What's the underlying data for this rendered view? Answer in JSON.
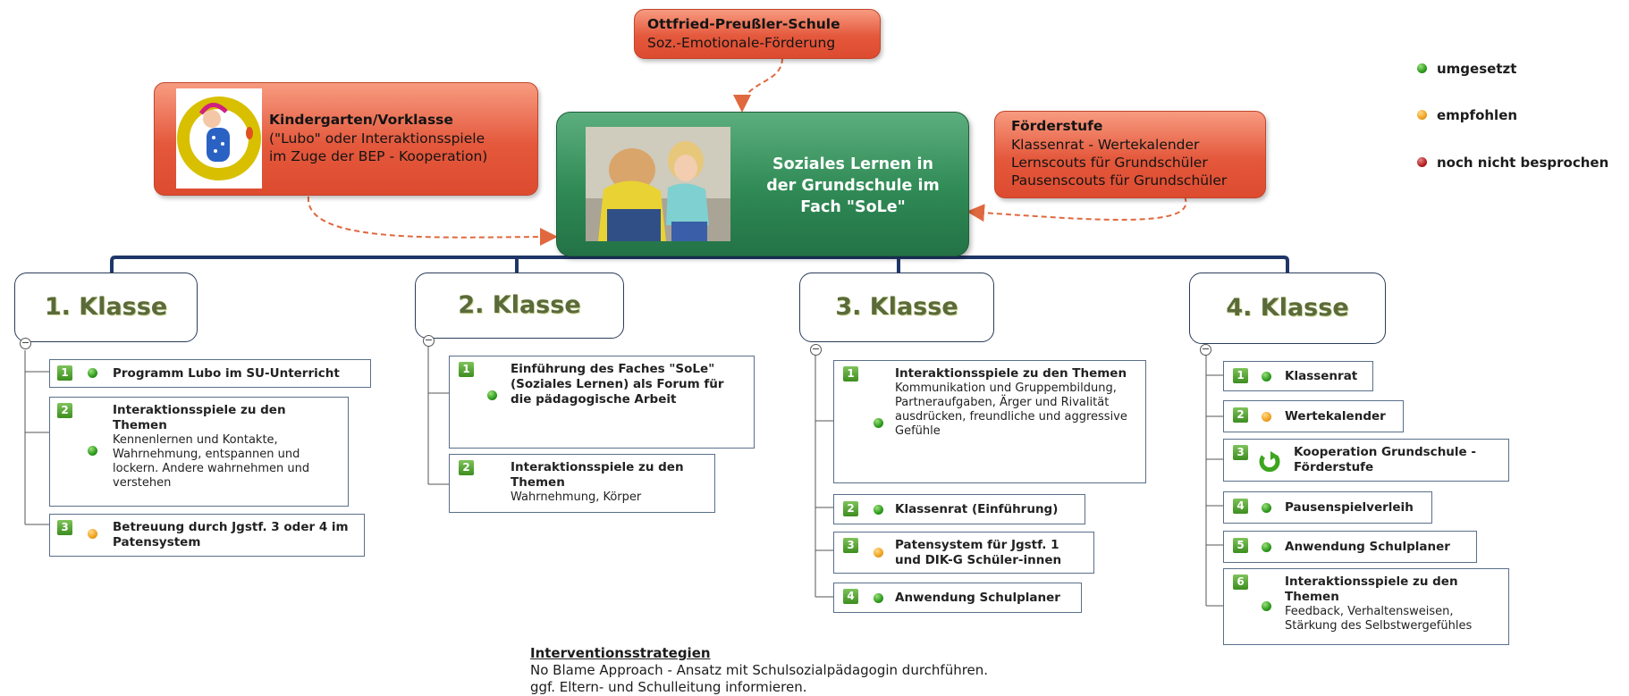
{
  "header_top": {
    "line1": "Ottfried-Preußler-Schule",
    "line2": "Soz.-Emotionale-Förderung"
  },
  "kindergarten": {
    "title": "Kindergarten/Vorklasse",
    "line2": "(\"Lubo\" oder Interaktionsspiele",
    "line3": "im Zuge der BEP - Kooperation)"
  },
  "central": {
    "title_l1": "Soziales Lernen in",
    "title_l2": "der Grundschule im",
    "title_l3": "Fach \"SoLe\""
  },
  "foerderstufe": {
    "title": "Förderstufe",
    "line2": "Klassenrat - Wertekalender",
    "line3": "Lernscouts für Grundschüler",
    "line4": "Pausenscouts für Grundschüler"
  },
  "legend": {
    "green": "umgesetzt",
    "orange": "empfohlen",
    "red": "noch nicht besprochen",
    "colors": {
      "green": "#2d9a1d",
      "orange": "#f0a21e",
      "red": "#b41f1f"
    }
  },
  "klassen": [
    {
      "title": "1. Klasse",
      "items": [
        {
          "num": "1",
          "status": "green",
          "bold": "Programm Lubo im SU-Unterricht",
          "text": ""
        },
        {
          "num": "2",
          "status": "green",
          "bold": "Interaktionsspiele zu den Themen",
          "text": "Kennenlernen und Kontakte, Wahrnehmung, entspannen und lockern. Andere wahrnehmen und verstehen"
        },
        {
          "num": "3",
          "status": "orange",
          "bold": "Betreuung durch Jgstf. 3 oder 4 im Patensystem",
          "text": ""
        }
      ]
    },
    {
      "title": "2. Klasse",
      "items": [
        {
          "num": "1",
          "status": "green",
          "bold": "Einführung des Faches \"SoLe\" (Soziales Lernen) als Forum für die pädagogische Arbeit",
          "text": ""
        },
        {
          "num": "2",
          "status": "none",
          "bold": "Interaktionsspiele zu den Themen",
          "text": "Wahrnehmung, Körper"
        }
      ]
    },
    {
      "title": "3. Klasse",
      "items": [
        {
          "num": "1",
          "status": "green",
          "bold": "Interaktionsspiele zu den Themen",
          "text": "Kommunikation und Gruppembildung, Partneraufgaben, Ärger und Rivalität ausdrücken, freundliche und aggressive Gefühle"
        },
        {
          "num": "2",
          "status": "green",
          "bold": "Klassenrat (Einführung)",
          "text": ""
        },
        {
          "num": "3",
          "status": "orange",
          "bold": "Patensystem für Jgstf. 1 und DIK-G Schüler-innen",
          "text": ""
        },
        {
          "num": "4",
          "status": "green",
          "bold": "Anwendung Schulplaner",
          "text": ""
        }
      ]
    },
    {
      "title": "4. Klasse",
      "items": [
        {
          "num": "1",
          "status": "green",
          "bold": "Klassenrat",
          "text": ""
        },
        {
          "num": "2",
          "status": "orange",
          "bold": "Wertekalender",
          "text": ""
        },
        {
          "num": "3",
          "status": "cycle",
          "bold": "Kooperation Grundschule - Förderstufe",
          "text": ""
        },
        {
          "num": "4",
          "status": "green",
          "bold": "Pausenspielverleih",
          "text": ""
        },
        {
          "num": "5",
          "status": "green",
          "bold": "Anwendung Schulplaner",
          "text": ""
        },
        {
          "num": "6",
          "status": "green",
          "bold": "Interaktionsspiele zu den Themen",
          "text": "Feedback, Verhaltensweisen, Stärkung des Selbstwergefühles"
        }
      ]
    }
  ],
  "intervention": {
    "title": "Interventionsstrategien",
    "line1": "No Blame Approach - Ansatz mit Schulsozialpädagogin durchführen.",
    "line2": "ggf. Eltern- und Schulleitung informieren."
  }
}
